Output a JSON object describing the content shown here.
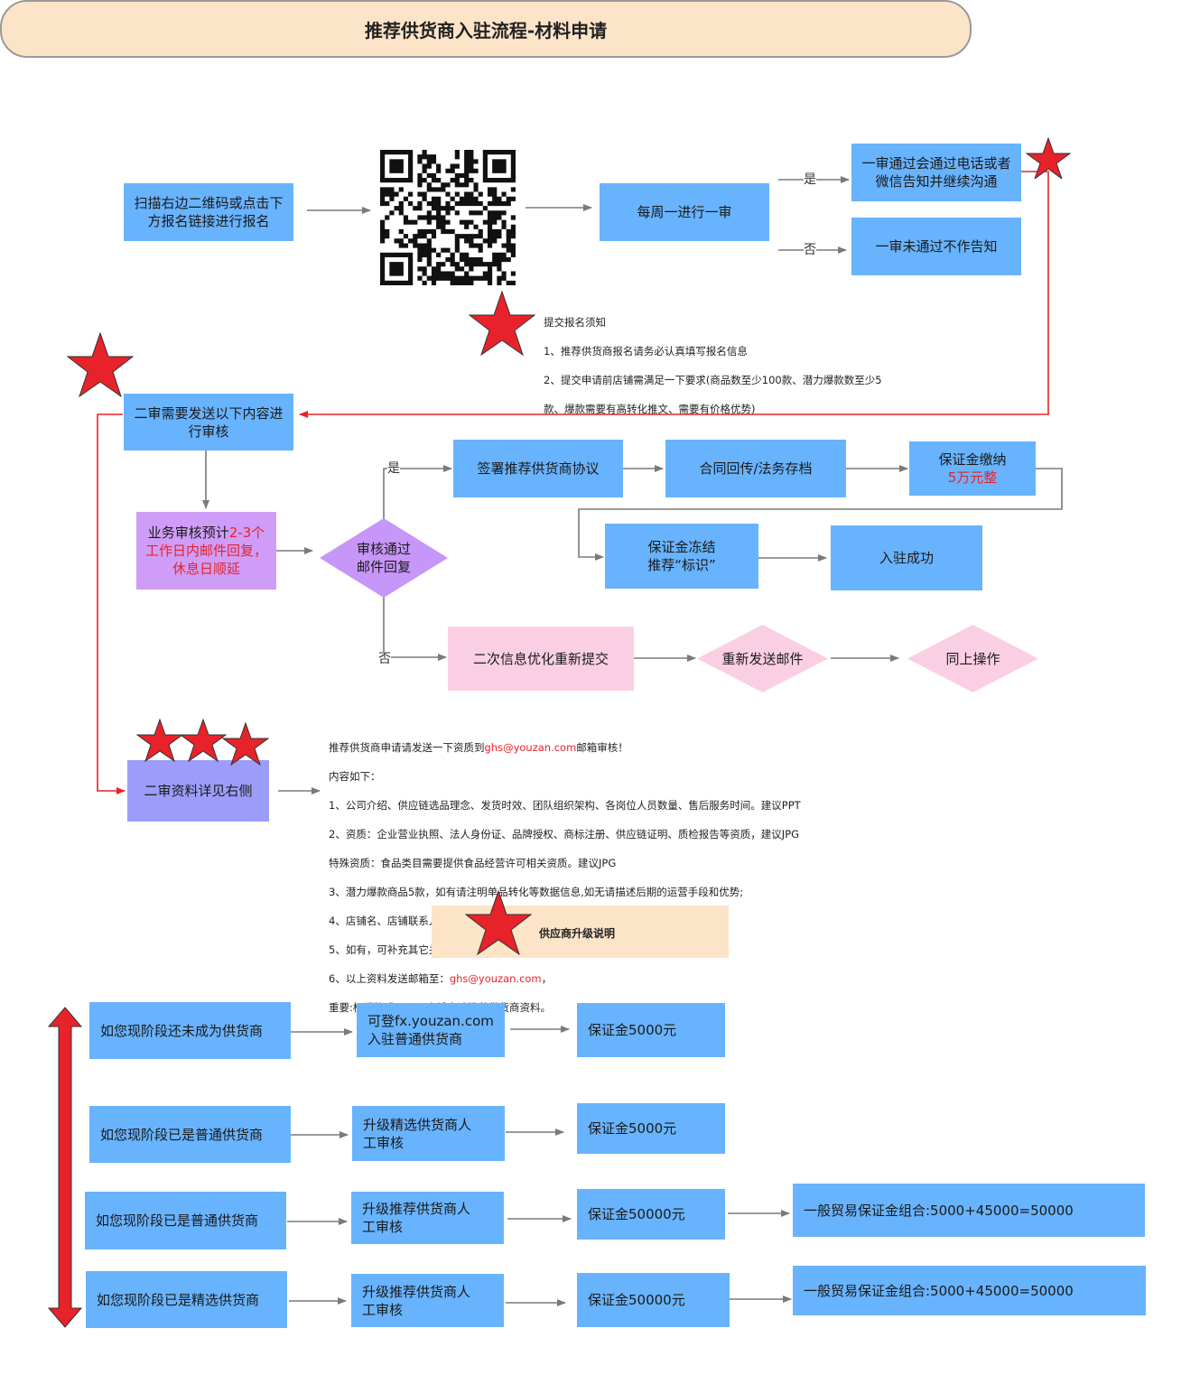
{
  "title": "推荐供货商入驻流程-材料申请",
  "step1": {
    "scan": "扫描右边二维码或点击下方报名链接进行报名"
  },
  "review1": {
    "weekly": "每周一进行一审",
    "yes": "是",
    "no": "否",
    "pass": "一审通过会通过电话或者微信告知并继续沟通",
    "fail": "一审未通过不作告知"
  },
  "notice": {
    "heading": "提交报名须知",
    "line1": "1、推荐供货商报名请务必认真填写报名信息",
    "line2": "2、提交申请前店铺需满足一下要求(商品数至少100款、潜力爆款数至少5",
    "line3": "款、爆款需要有高转化推文、需要有价格优势)"
  },
  "review2": {
    "send": "二审需要发送以下内容进行审核",
    "business_a": "业务审核预计",
    "business_b": "2-3个工作日内邮件回复，休息日顺延",
    "decision": "审核通过邮件回复",
    "yes": "是",
    "no": "否",
    "sign": "签署推荐供货商协议",
    "contract": "合同回传/法务存档",
    "deposit_a": "保证金缴纳",
    "deposit_b": "5万元整",
    "freeze_a": "保证金冻结",
    "freeze_b": "推荐“标识”",
    "success": "入驻成功",
    "resubmit": "二次信息优化重新提交",
    "resend": "重新发送邮件",
    "same": "同上操作",
    "details": "二审资料详见右侧"
  },
  "materials": {
    "l1a": "推荐供货商申请请发送一下资质到",
    "l1b": "ghs@youzan.com",
    "l1c": "邮箱审核！",
    "l2": "内容如下：",
    "l3": "1、公司介绍、供应链选品理念、发货时效、团队组织架构、各岗位人员数量、售后服务时间。建议PPT",
    "l4": "2、资质：企业营业执照、法人身份证、品牌授权、商标注册、供应链证明、质检报告等资质，建议JPG",
    "l5": "特殊资质：食品类目需要提供食品经营许可相关资质。建议JPG",
    "l6": "3、潜力爆款商品5款，如有请注明单品转化等数据信息,如无请描述后期的运营手段和优势;",
    "l7": "4、店铺名、店铺联系人、电话、微信号等基本信息。建议Excel",
    "l8": "5、如有，可补充其它关于货品/供应链/发货、内容、服务等能力证明。建议Excel",
    "l9a": "6、以上资料发送邮箱至：",
    "l9b": "ghs@youzan.com",
    "l9c": "，",
    "l10": "重要:标题格式：XXX店铺申请推荐供货商资料。"
  },
  "upgrade": {
    "heading": "供应商升级说明",
    "rows": [
      {
        "stage": "如您现阶段还未成为供货商",
        "action": "可登fx.youzan.com入驻普通供货商",
        "deposit": "保证金5000元",
        "combo": ""
      },
      {
        "stage": "如您现阶段已是普通供货商",
        "action": "升级精选供货商人工审核",
        "deposit": "保证金5000元",
        "combo": ""
      },
      {
        "stage": "如您现阶段已是普通供货商",
        "action": "升级推荐供货商人工审核",
        "deposit": "保证金50000元",
        "combo": "一般贸易保证金组合:5000+45000=50000"
      },
      {
        "stage": "如您现阶段已是精选供货商",
        "action": "升级推荐供货商人工审核",
        "deposit": "保证金50000元",
        "combo": "一般贸易保证金组合:5000+45000=50000"
      }
    ]
  },
  "colors": {
    "box_blue": "#68b3fd",
    "purple_box": "#cf9df7",
    "diamond_purple": "#c696f8",
    "pink": "#fbcfe3",
    "violet_box": "#9c9dfb",
    "title_bg": "#fce4c8",
    "accent_red": "#e8222a"
  },
  "icons": [
    "qr-code-icon",
    "star-icon",
    "double-arrow-icon"
  ]
}
